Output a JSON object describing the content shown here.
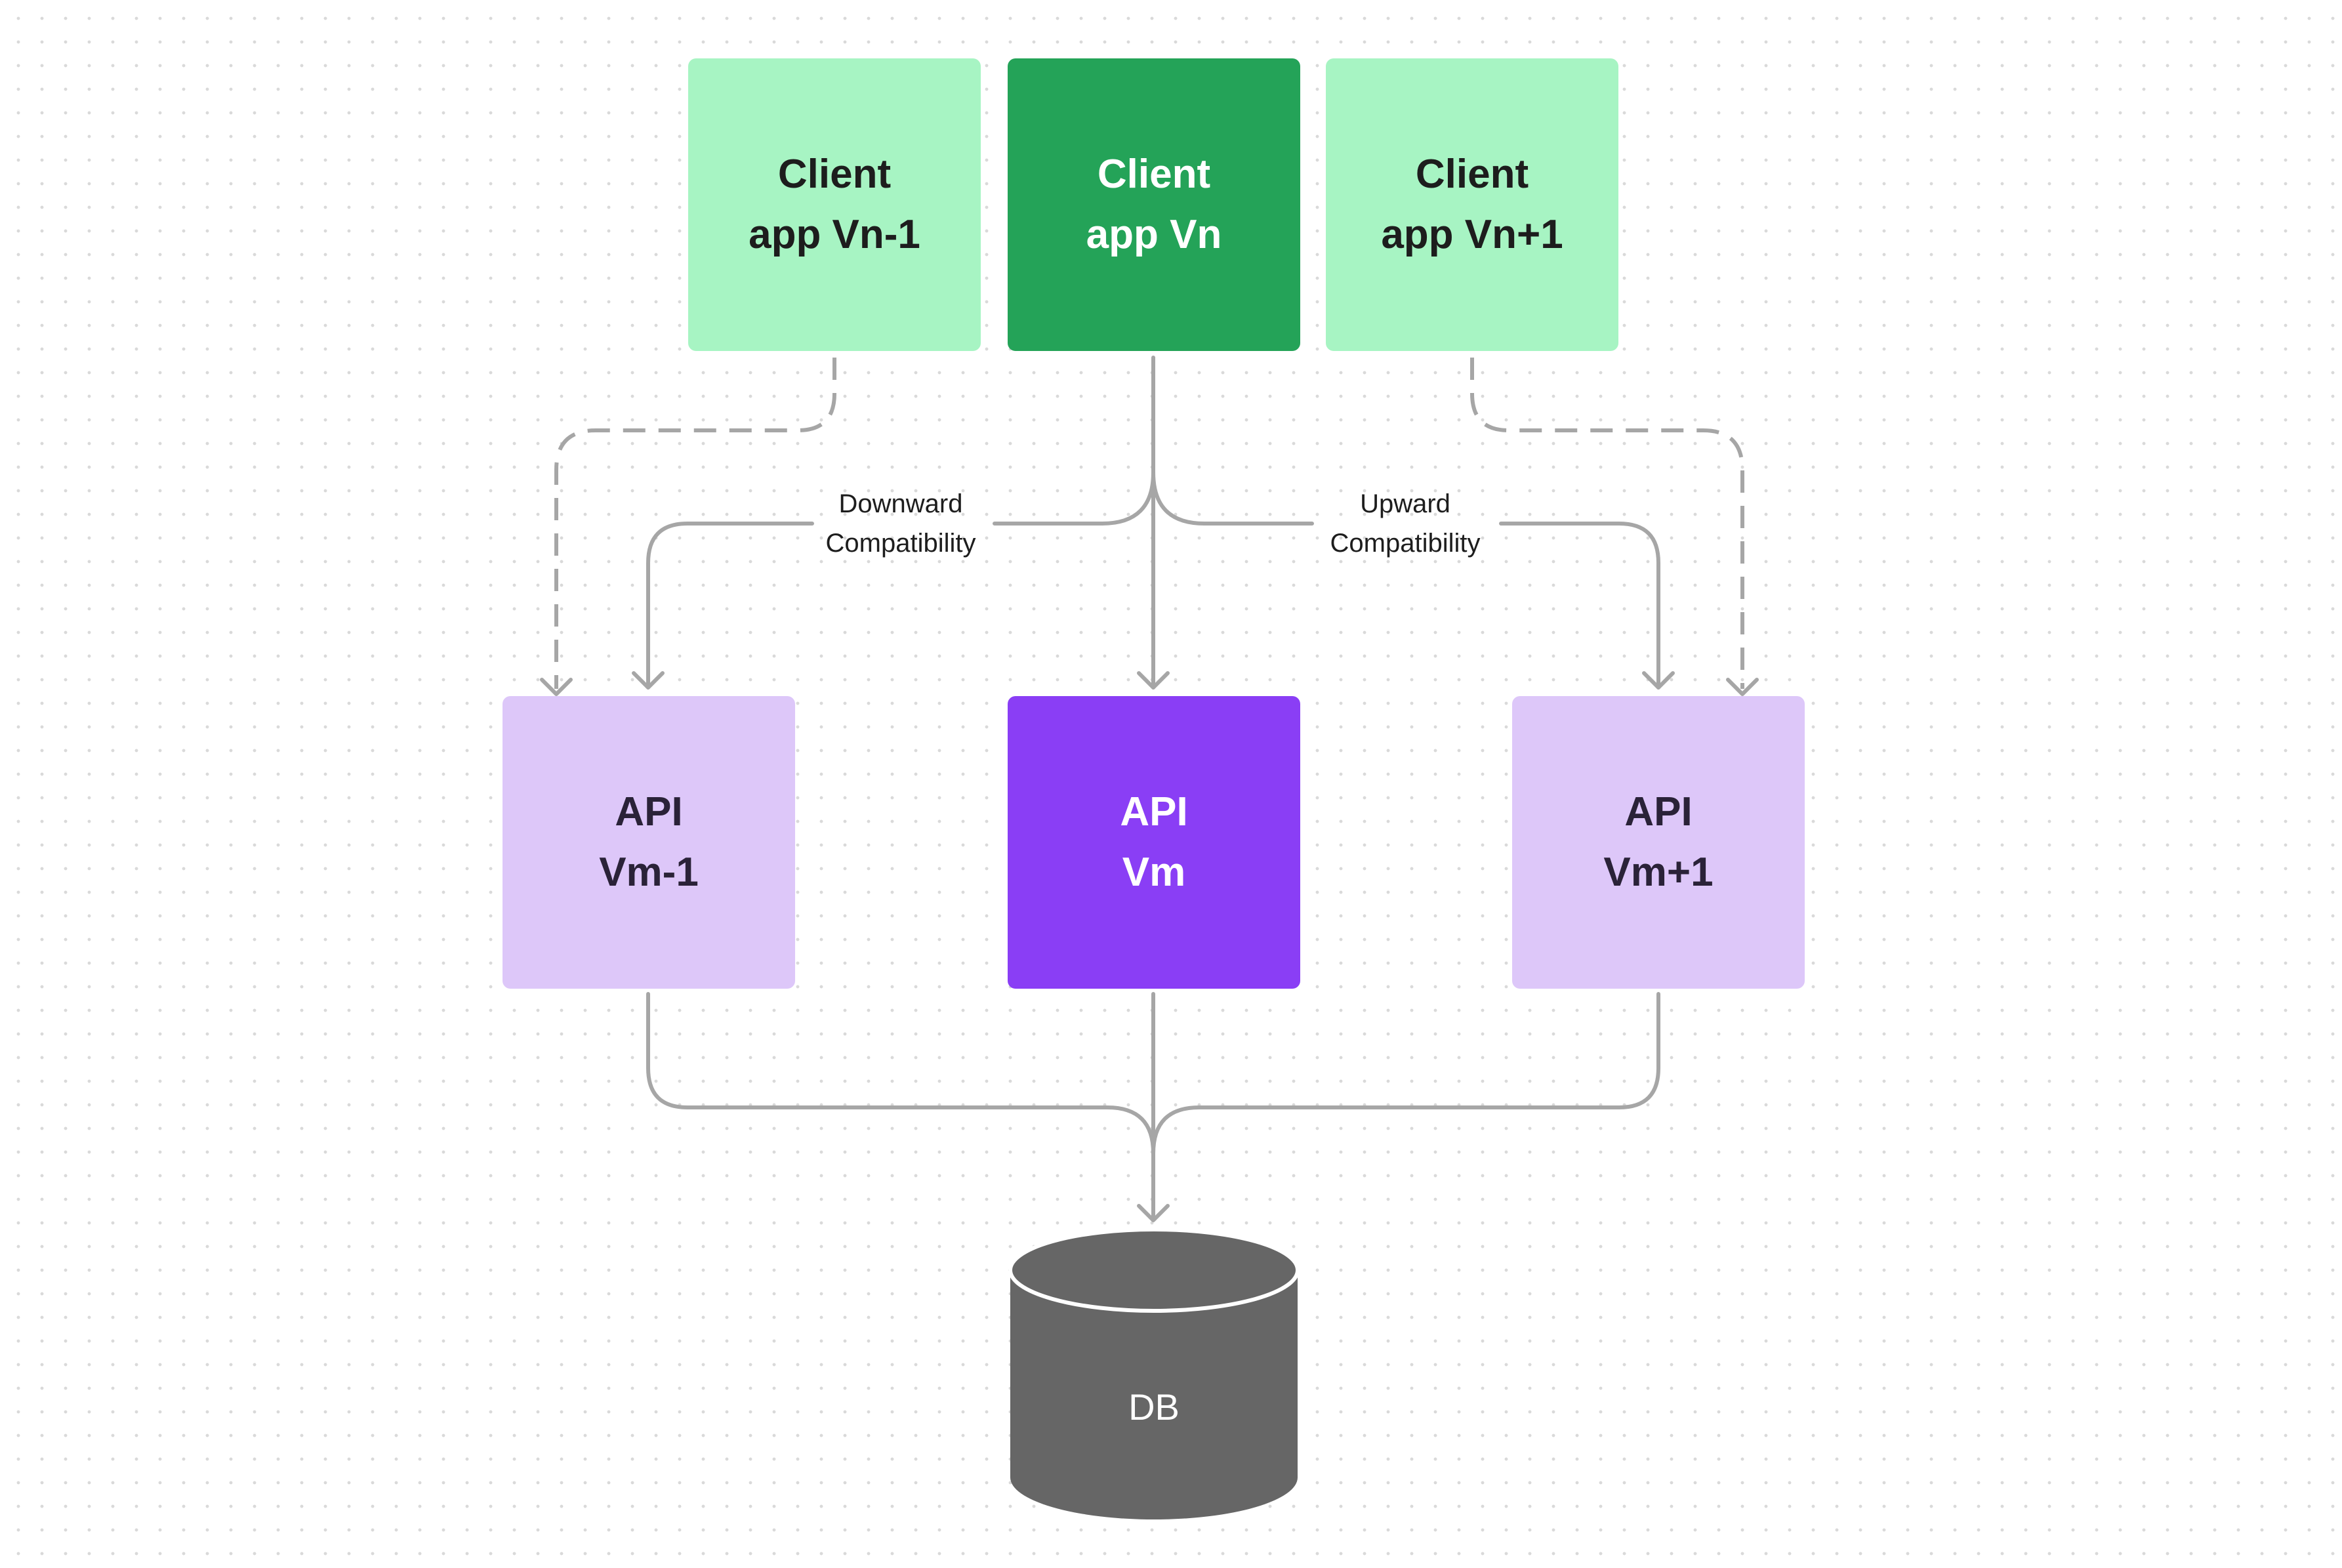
{
  "diagram": {
    "clients": {
      "prev": {
        "line1": "Client",
        "line2": "app Vn-1"
      },
      "current": {
        "line1": "Client",
        "line2": "app Vn"
      },
      "next": {
        "line1": "Client",
        "line2": "app Vn+1"
      }
    },
    "apis": {
      "prev": {
        "line1": "API",
        "line2": "Vm-1"
      },
      "current": {
        "line1": "API",
        "line2": "Vm"
      },
      "next": {
        "line1": "API",
        "line2": "Vm+1"
      }
    },
    "labels": {
      "downward": {
        "line1": "Downward",
        "line2": "Compatibility"
      },
      "upward": {
        "line1": "Upward",
        "line2": "Compatibility"
      }
    },
    "database": {
      "label": "DB"
    }
  },
  "colors": {
    "client_light": "#a7f4c3",
    "client_dark": "#24a358",
    "api_light": "#ddc7f9",
    "api_dark": "#8a3ef5",
    "database": "#666666",
    "connector": "#a6a6a6"
  }
}
